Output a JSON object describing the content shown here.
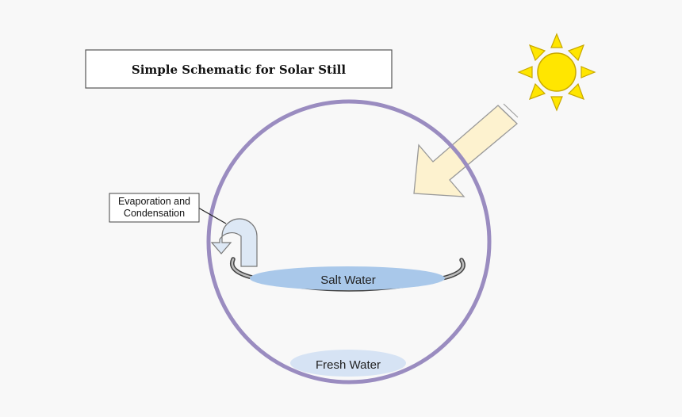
{
  "title": "Simple Schematic for Solar Still",
  "callout": {
    "line1": "Evaporation and",
    "line2": "Condensation"
  },
  "salt_water_label": "Salt Water",
  "fresh_water_label": "Fresh Water",
  "icons": {
    "sun": "sun-icon",
    "sunlight_arrow": "sunlight-arrow-icon",
    "cycle_arrow": "evaporation-cycle-arrow-icon"
  },
  "colors": {
    "background": "#f8f8f8",
    "still_outline": "#9a8cc0",
    "sun_fill": "#ffe600",
    "sun_stroke": "#c8a800",
    "sunlight_arrow": "#fdf2cf",
    "water": "#a9c8ea",
    "cycle_arrow": "#dde8f5"
  }
}
